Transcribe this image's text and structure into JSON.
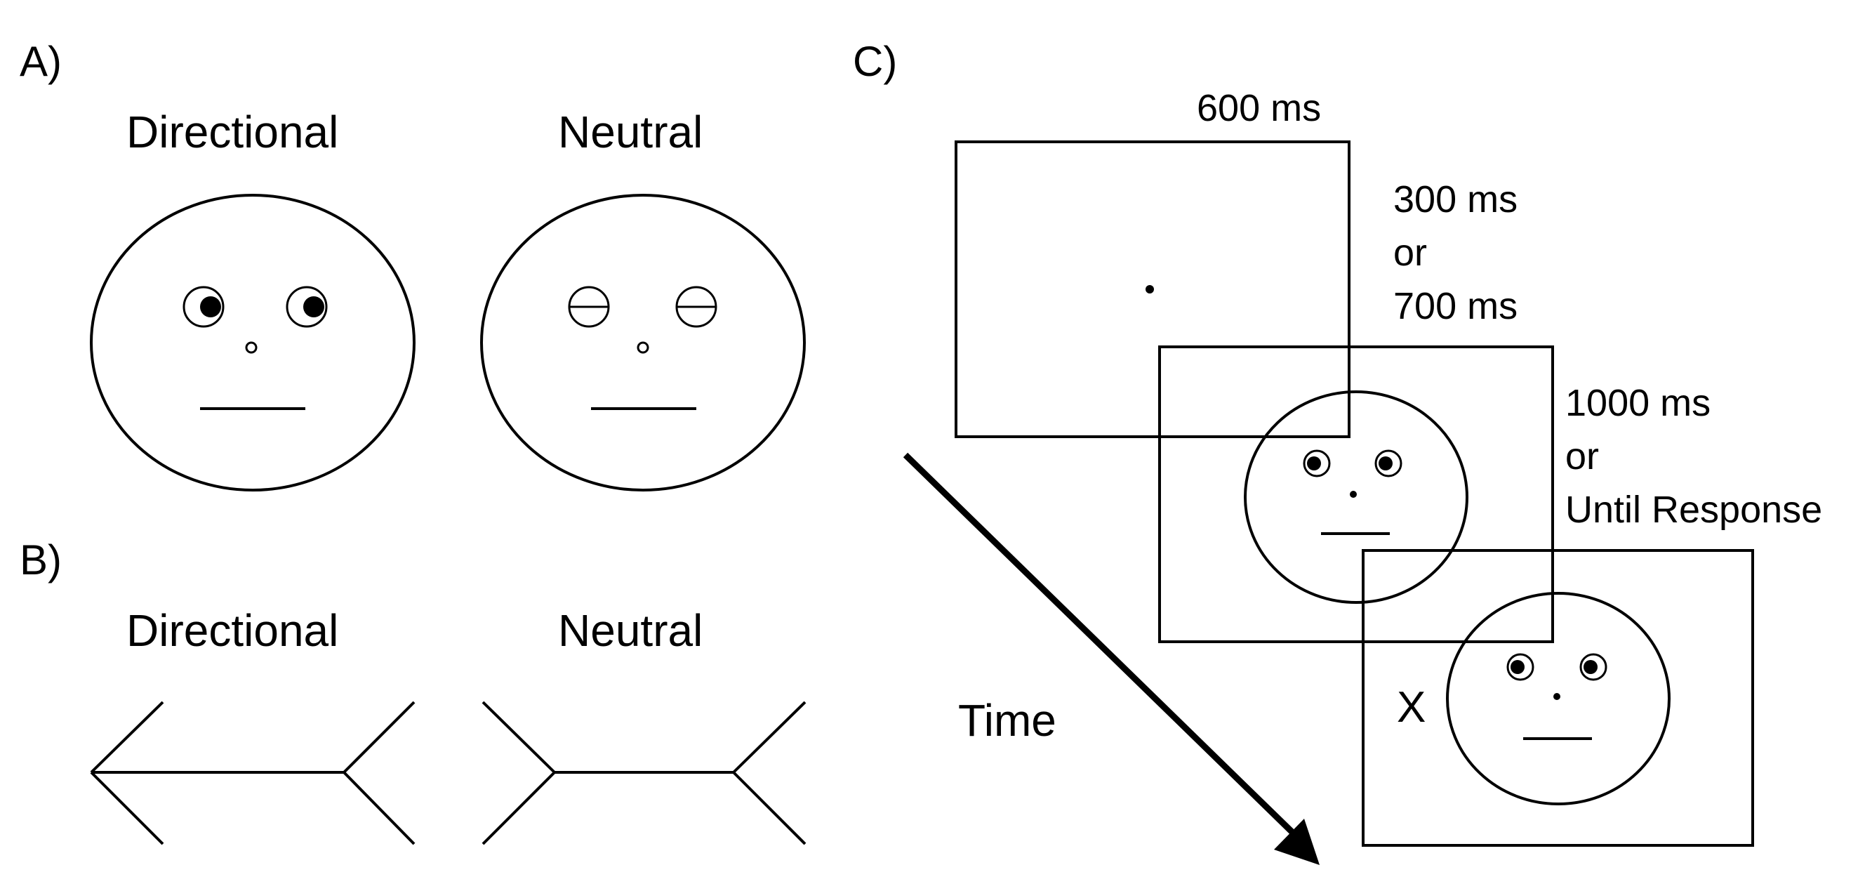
{
  "panels": {
    "a": {
      "label": "A)",
      "left_heading": "Directional",
      "right_heading": "Neutral"
    },
    "b": {
      "label": "B)",
      "left_heading": "Directional",
      "right_heading": "Neutral"
    },
    "c": {
      "label": "C)",
      "time_label": "Time",
      "target_letter": "X",
      "durations": {
        "fixation": "600 ms",
        "cue_line1": "300 ms",
        "cue_line2": "or",
        "cue_line3": "700 ms",
        "target_line1": "1000 ms",
        "target_line2": "or",
        "target_line3": "Until Response"
      }
    }
  },
  "colors": {
    "ink": "#000000",
    "background": "#ffffff"
  }
}
